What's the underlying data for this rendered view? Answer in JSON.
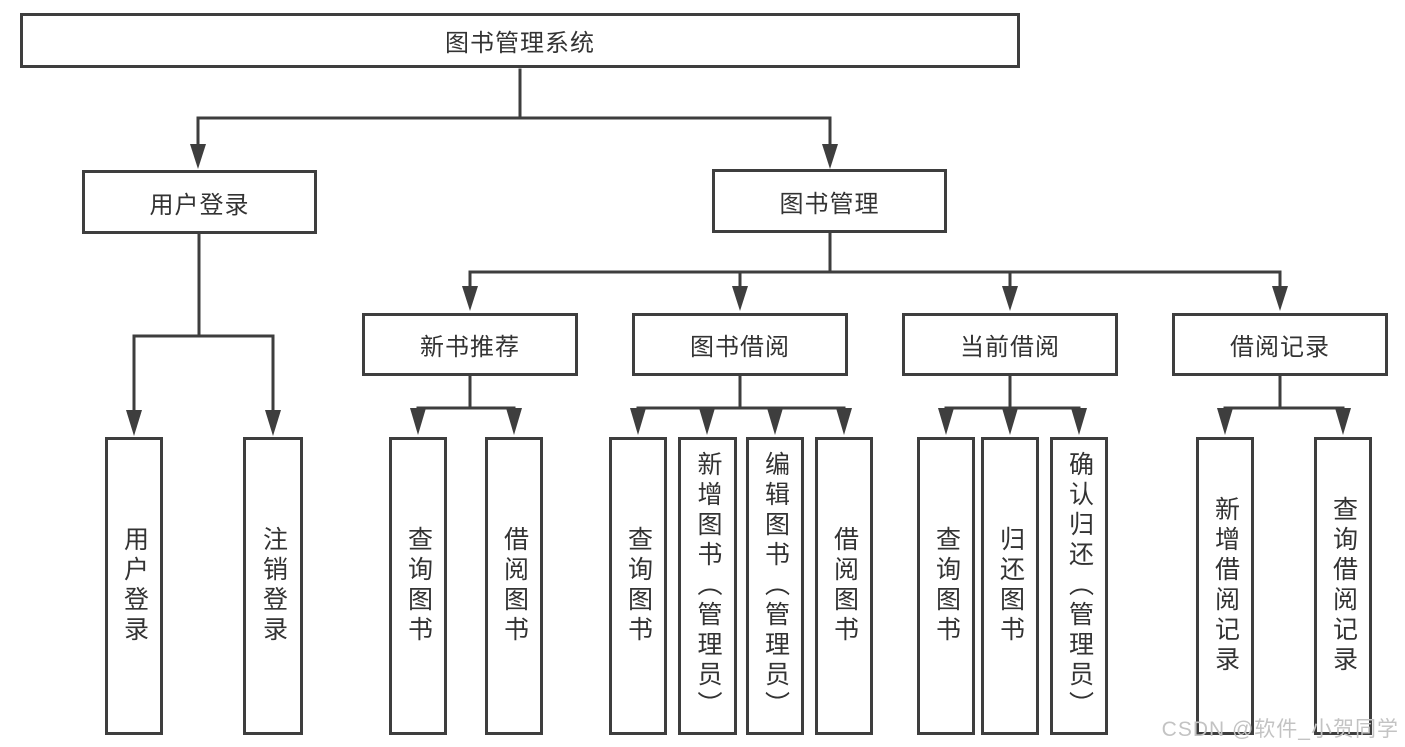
{
  "title": "图书管理系统",
  "tree": {
    "label": "图书管理系统",
    "children": [
      {
        "label": "用户登录",
        "children": [
          {
            "label": "用户登录"
          },
          {
            "label": "注销登录"
          }
        ]
      },
      {
        "label": "图书管理",
        "children": [
          {
            "label": "新书推荐",
            "children": [
              {
                "label": "查询图书"
              },
              {
                "label": "借阅图书"
              }
            ]
          },
          {
            "label": "图书借阅",
            "children": [
              {
                "label": "查询图书"
              },
              {
                "label": "新增图书（管理员）"
              },
              {
                "label": "编辑图书（管理员）"
              },
              {
                "label": "借阅图书"
              }
            ]
          },
          {
            "label": "当前借阅",
            "children": [
              {
                "label": "查询图书"
              },
              {
                "label": "归还图书"
              },
              {
                "label": "确认归还（管理员）"
              }
            ]
          },
          {
            "label": "借阅记录",
            "children": [
              {
                "label": "新增借阅记录"
              },
              {
                "label": "查询借阅记录"
              }
            ]
          }
        ]
      }
    ]
  },
  "watermark": {
    "text": "CSDN @软件_小贺同学"
  },
  "colors": {
    "line": "#3e3e3e",
    "text": "#333333",
    "background": "#ffffff",
    "watermark": "#c3c3c3"
  }
}
